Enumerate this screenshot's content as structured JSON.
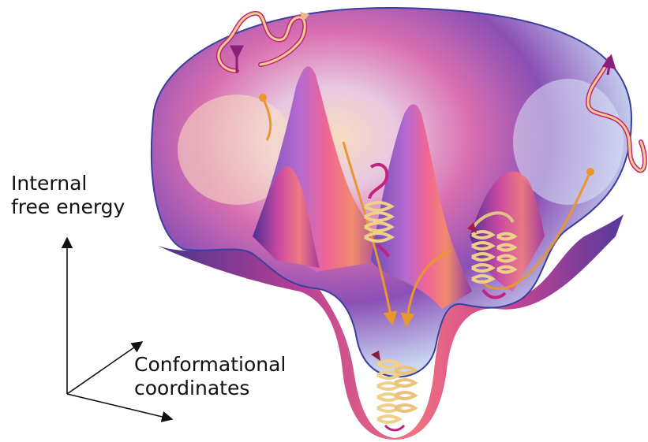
{
  "axes": {
    "y_label_line1": "Internal",
    "y_label_line2": "free energy",
    "x_label_line1": "Conformational",
    "x_label_line2": "coordinates"
  },
  "colors": {
    "rim": "#3a3f9e",
    "surface_light": "#dbe8f8",
    "surface_warm": "#f7d8b8",
    "pink": "#e64590",
    "magenta": "#b5268f",
    "purple": "#4b2f93",
    "deep_purple": "#2d1f6e",
    "pathway_orange": "#e8962d",
    "helix_gold": "#eed08a",
    "chain_magenta": "#c2237e"
  },
  "icons": [
    "funnel-landscape",
    "unfolded-chain",
    "helix-intermediate",
    "native-state",
    "folding-pathway-arrow"
  ]
}
